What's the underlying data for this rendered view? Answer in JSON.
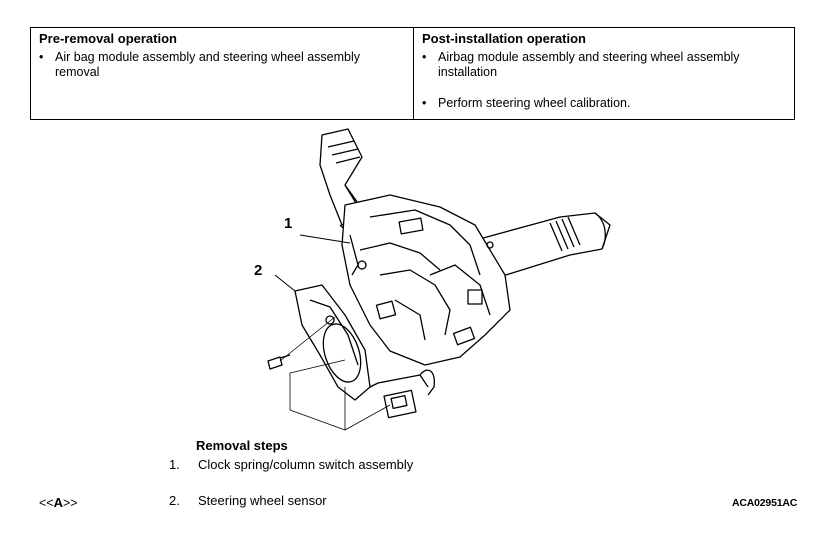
{
  "table": {
    "left": {
      "heading": "Pre-removal operation",
      "items": [
        "Air bag module assembly and steering wheel assembly removal"
      ]
    },
    "right": {
      "heading": "Post-installation operation",
      "items": [
        "Airbag module assembly and steering wheel assembly installation",
        "Perform steering wheel calibration."
      ]
    }
  },
  "callouts": [
    "1",
    "2"
  ],
  "removal": {
    "title": "Removal steps",
    "steps": [
      {
        "num": "1.",
        "text": "Clock spring/column switch assembly"
      },
      {
        "num": "2.",
        "text": "Steering wheel sensor"
      }
    ]
  },
  "ref_tag": {
    "open": "<<",
    "letter": "A",
    "close": ">>"
  },
  "figure_code": "ACA02951AC"
}
